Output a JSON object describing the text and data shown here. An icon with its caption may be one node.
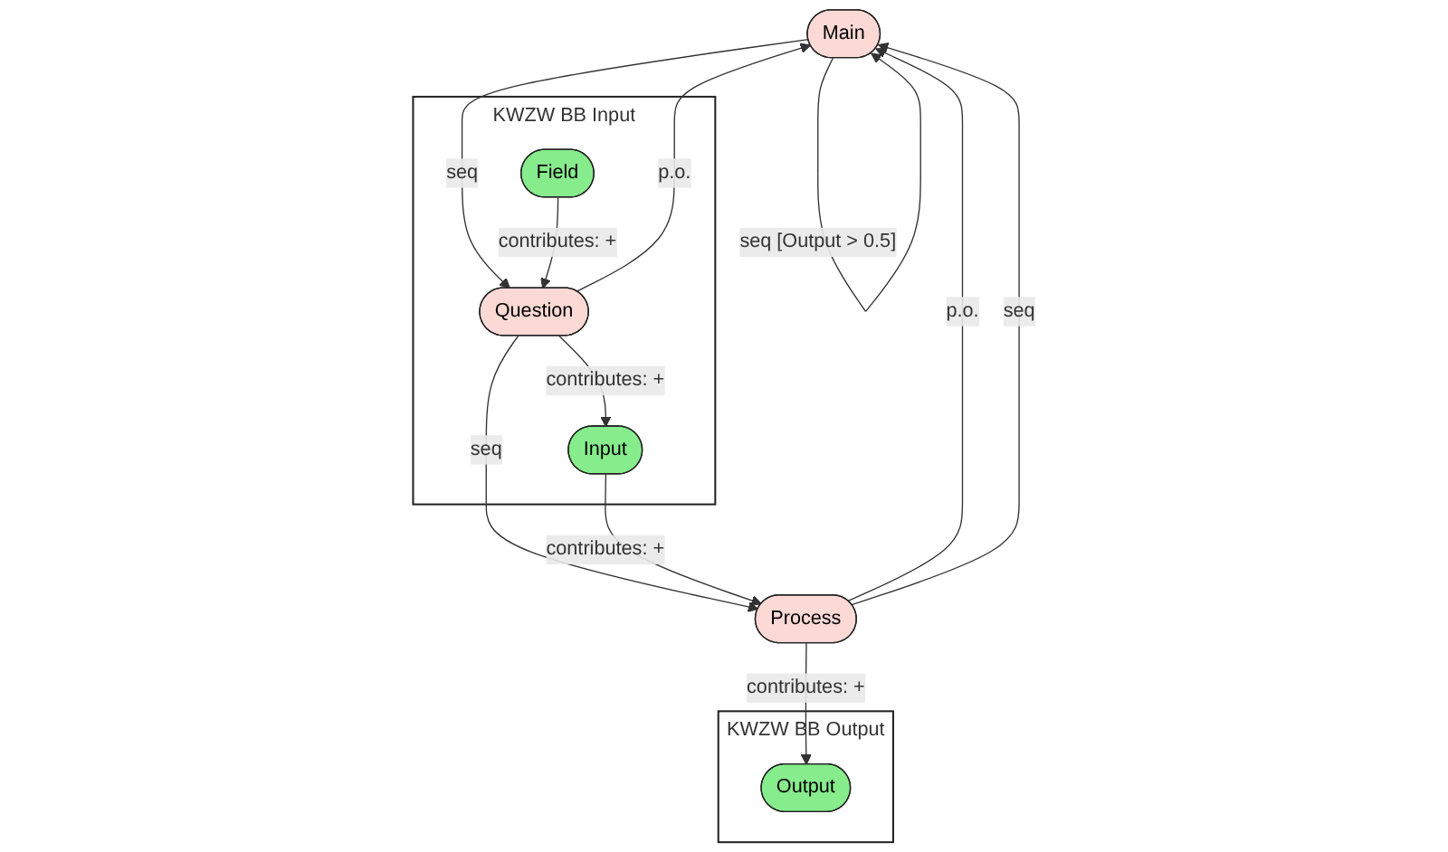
{
  "diagram": {
    "nodes": [
      {
        "text": [
          "Main"
        ]
      },
      {
        "text": [
          "KWZW BB Input"
        ]
      },
      {
        "text": [
          "Question"
        ],
        "in": 1
      },
      {
        "text": [
          "Field"
        ],
        "in": 1
      },
      {
        "text": [
          "Input"
        ],
        "in": 1
      },
      {
        "text": [
          "Process"
        ]
      },
      {
        "text": [
          "KWZW BB Output"
        ]
      },
      {
        "text": [
          "Output"
        ],
        "in": 6
      }
    ],
    "edges": [
      {
        "from": 0,
        "to": 0,
        "arrow": "to",
        "label": "seq [Output > 0.5]"
      },
      {
        "from": 0,
        "to": 2,
        "arrow": "to",
        "label": "seq"
      },
      {
        "from": 2,
        "to": 0,
        "arrow": "to",
        "label": "p.o."
      },
      {
        "from": 5,
        "to": 0,
        "arrow": "to",
        "label": "p.o."
      },
      {
        "from": 5,
        "to": 0,
        "arrow": "to",
        "label": "seq"
      },
      {
        "from": 2,
        "to": 5,
        "arrow": "to",
        "label": "seq"
      },
      {
        "from": 3,
        "to": 2,
        "arrow": "to",
        "label": "contributes: +"
      },
      {
        "from": 2,
        "to": 4,
        "arrow": "to",
        "label": "contributes: +"
      },
      {
        "from": 4,
        "to": 5,
        "arrow": "to",
        "label": "contributes: +"
      },
      {
        "from": 5,
        "to": 7,
        "arrow": "to",
        "label": "contributes: +"
      }
    ]
  }
}
